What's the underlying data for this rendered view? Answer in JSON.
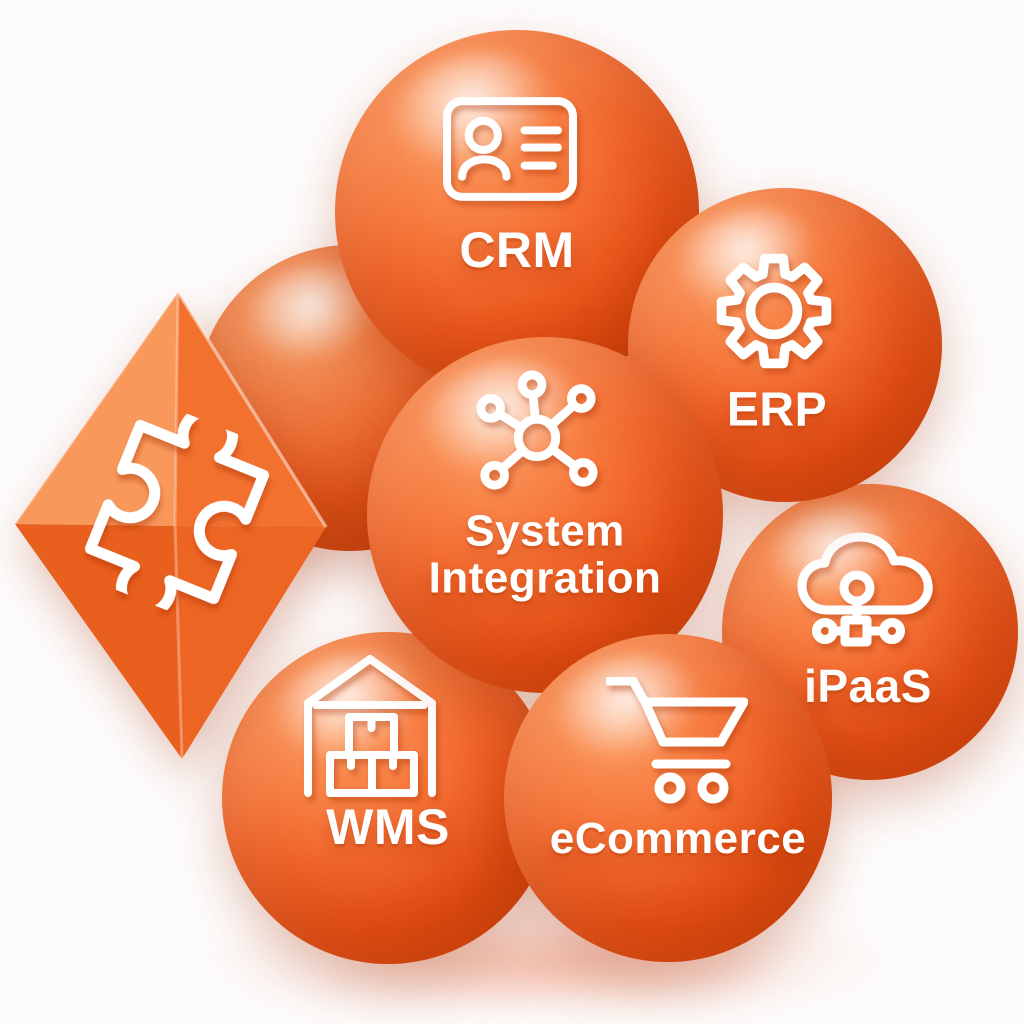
{
  "figure": {
    "description": "3D illustration of glossy orange spheres representing integrated business systems",
    "colors": {
      "sphere_orange": "#ef5a20",
      "sphere_highlight": "#fca26b",
      "sphere_shadow": "#cc450c",
      "diamond_light_facet": "#f89a5c",
      "diamond_dark_facet": "#e95f1e",
      "icon_and_text": "#ffffff",
      "background": "#fdfcfc"
    }
  },
  "nodes": {
    "crm": {
      "label": "CRM",
      "icon": "contact-card-icon"
    },
    "erp": {
      "label": "ERP",
      "icon": "gear-icon"
    },
    "system_integration": {
      "label_line1": "System",
      "label_line2": "Integration",
      "icon": "hub-network-icon"
    },
    "ipaas": {
      "label": "iPaaS",
      "icon": "cloud-network-icon"
    },
    "wms": {
      "label": "WMS",
      "icon": "warehouse-icon"
    },
    "ecommerce": {
      "label": "eCommerce",
      "icon": "shopping-cart-icon"
    },
    "connector": {
      "icon": "puzzle-piece-icon"
    }
  }
}
